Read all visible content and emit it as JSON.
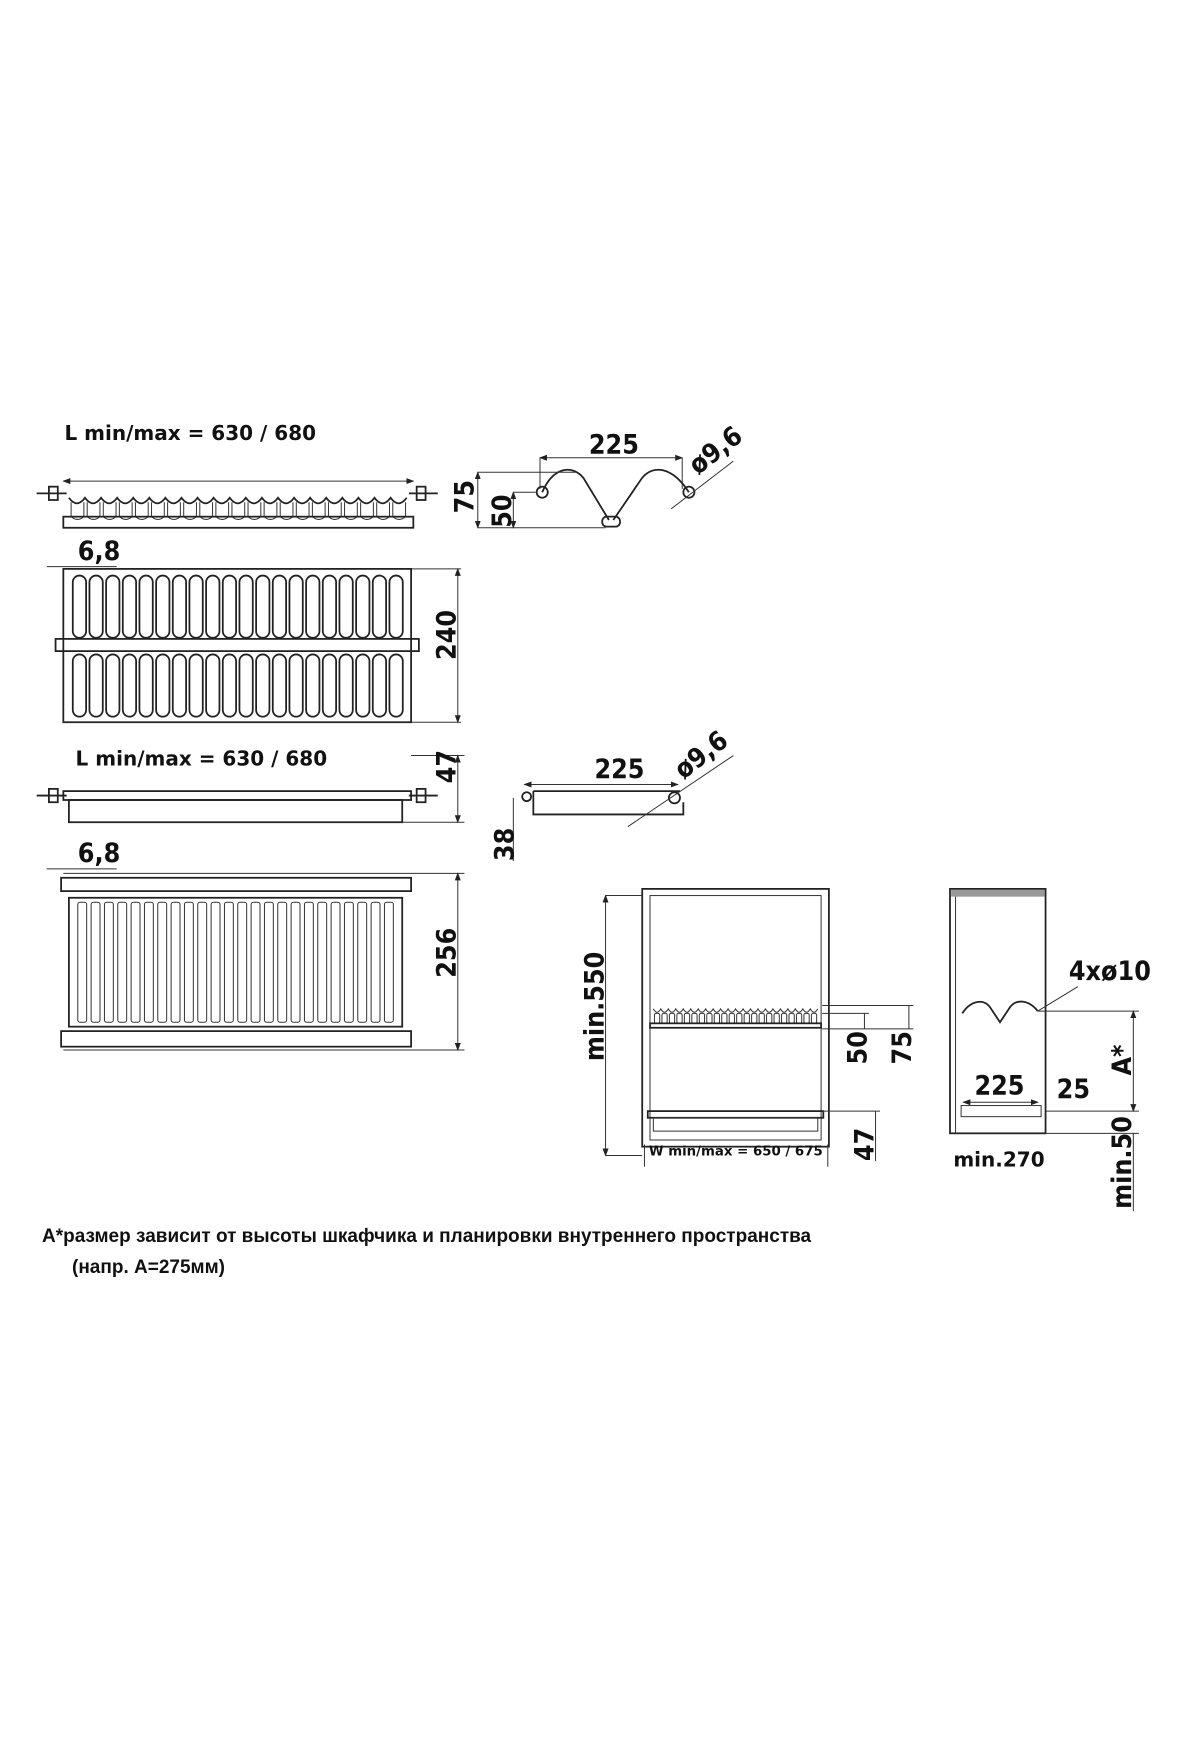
{
  "drawing": {
    "rack_length_label": "L min/max = 630 / 680",
    "tray_length_label": "L min/max = 630 / 680",
    "rack_profile": {
      "width": "225",
      "total_height": "75",
      "hook_height": "50",
      "rod_diameter": "ø9,6"
    },
    "rack_top": {
      "offset": "6,8",
      "depth": "240"
    },
    "tray_side": {
      "height": "47"
    },
    "tray_profile": {
      "width": "225",
      "height": "38",
      "rod_diameter": "ø9,6"
    },
    "tray_top": {
      "offset": "6,8",
      "depth": "256"
    },
    "cabinet_front": {
      "min_height": "min.550",
      "rack_hook_height": "50",
      "rack_height": "75",
      "tray_height": "47",
      "width_label": "W min/max = 650 / 675"
    },
    "cabinet_side": {
      "holes": "4xø10",
      "a_label": "A*",
      "hole_spacing": "225",
      "edge_offset": "25",
      "min_depth": "min.270",
      "min_bottom": "min.50"
    }
  },
  "footnote": {
    "line1": "A*размер зависит от высоты шкафчика и планировки внутреннего пространства",
    "line2": "(напр. A=275мм)"
  }
}
